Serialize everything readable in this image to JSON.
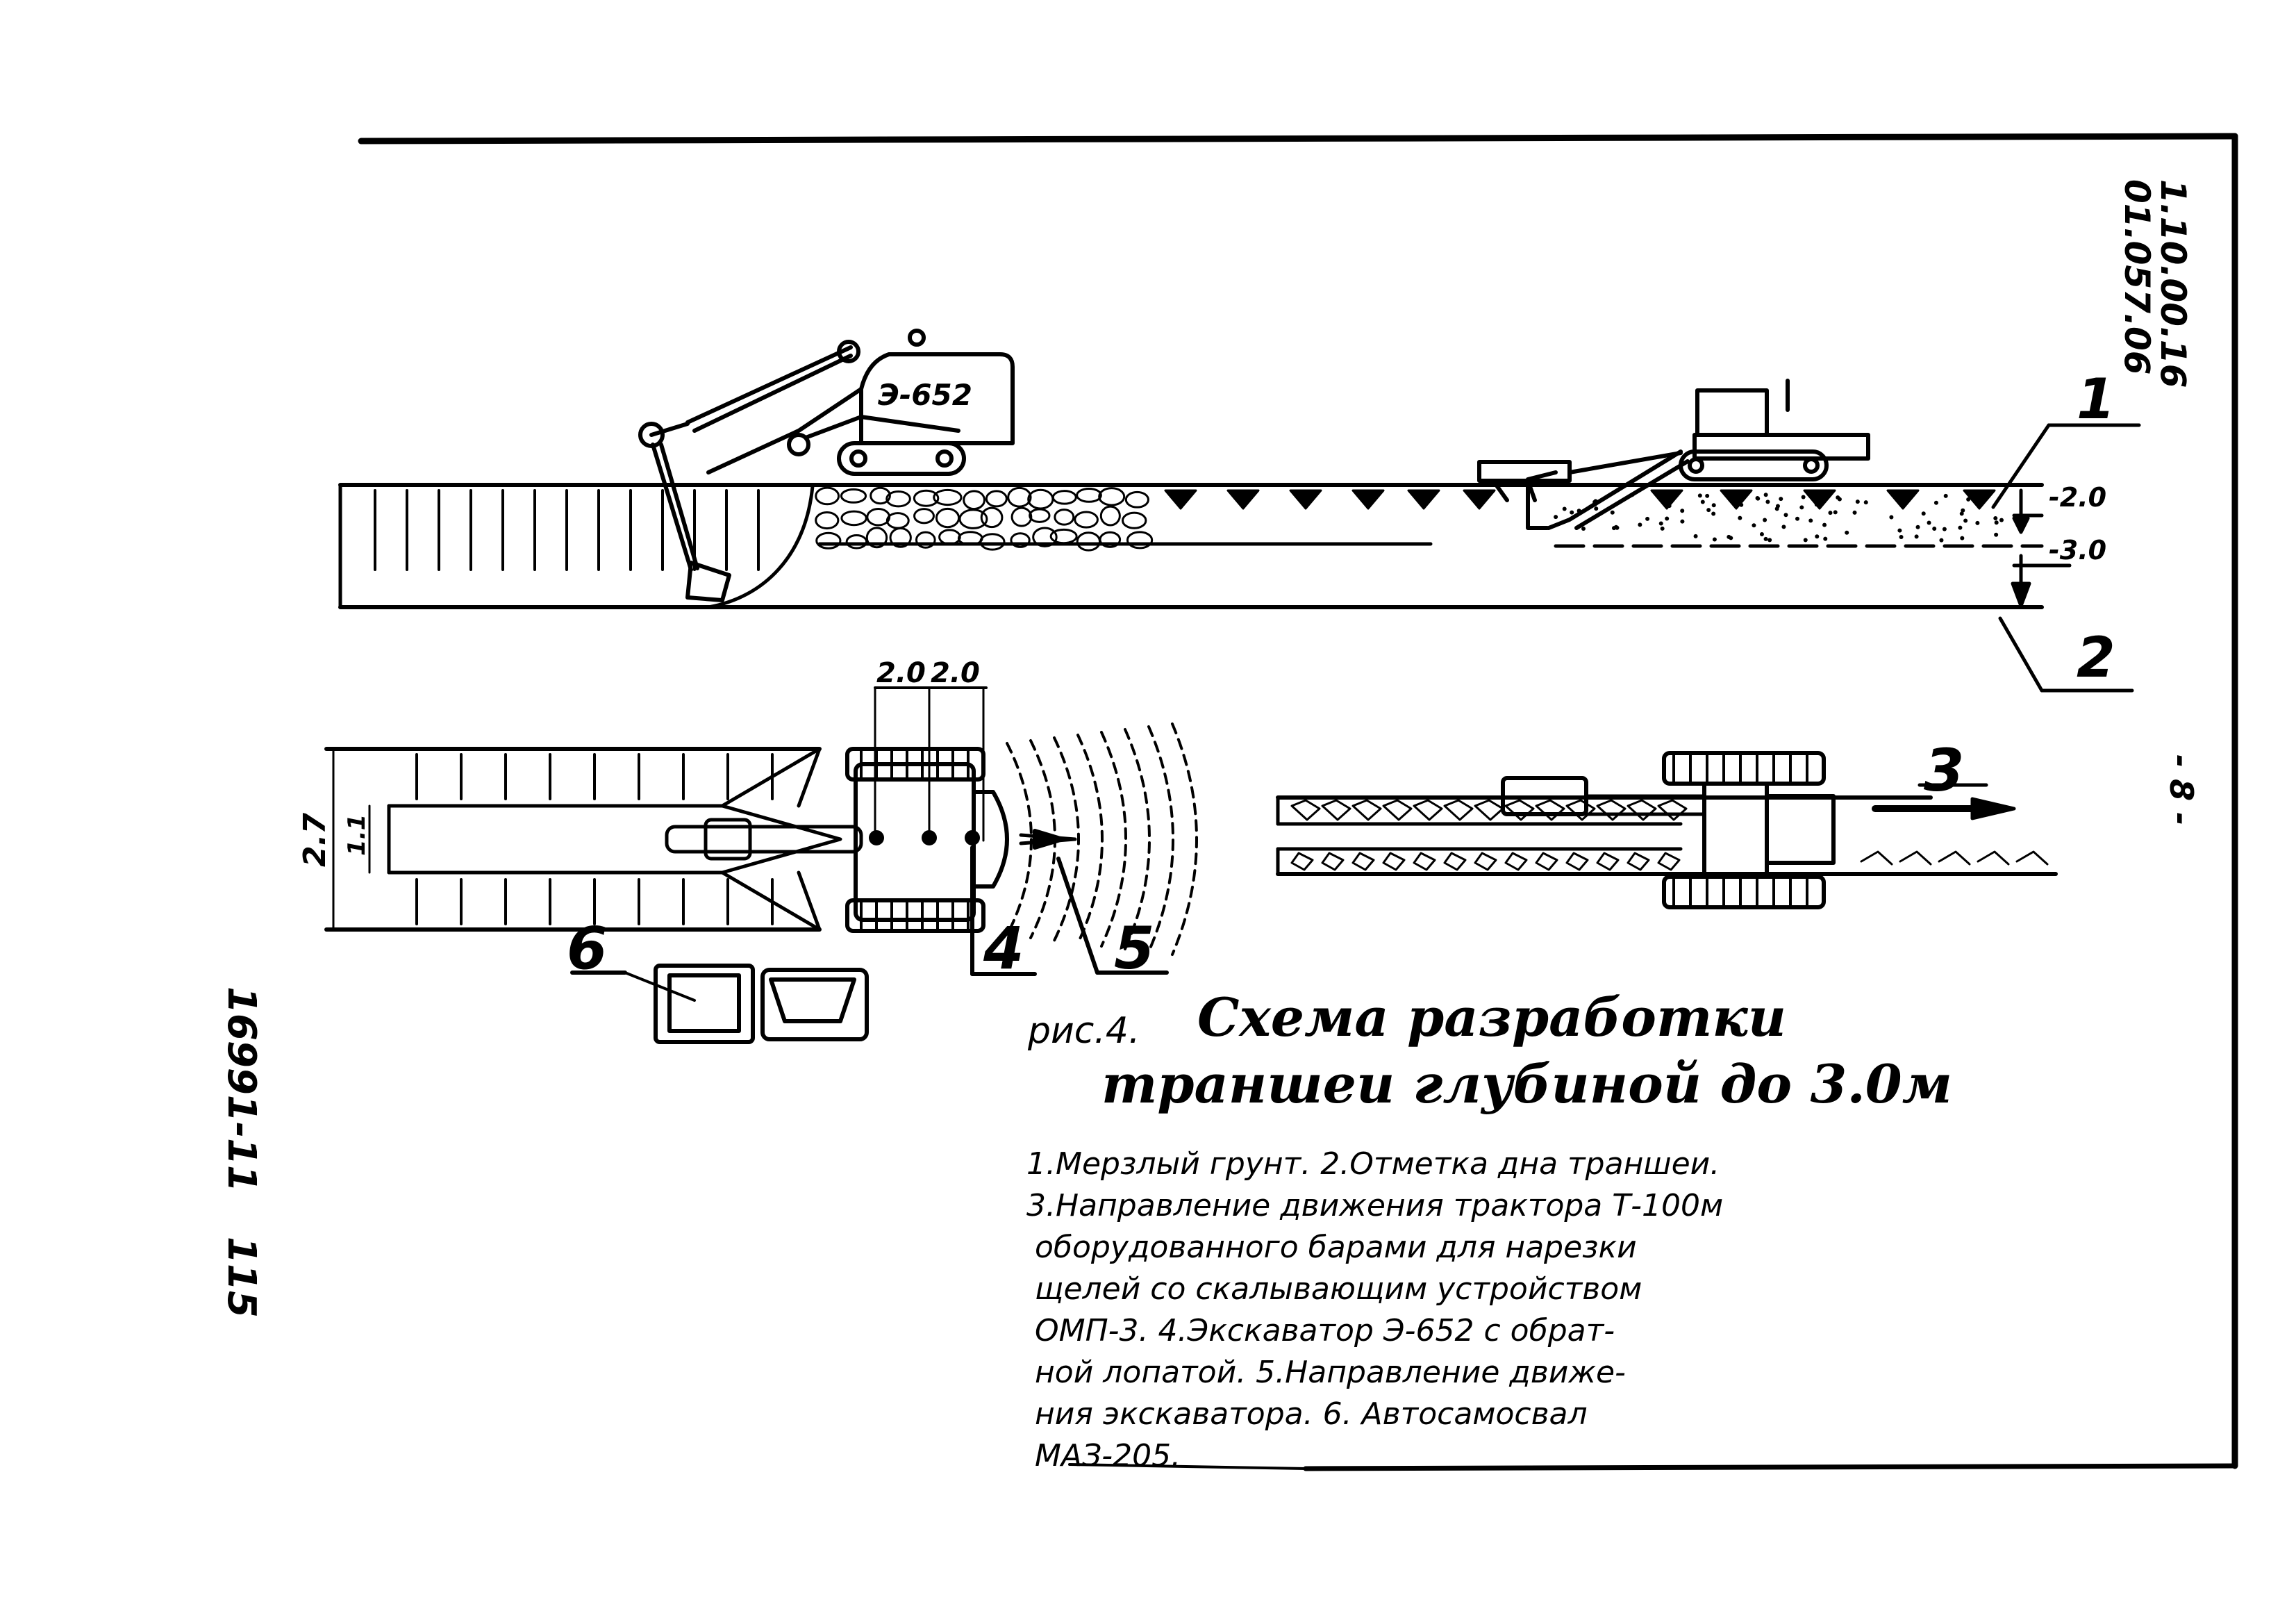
{
  "sheet": {
    "code_top": "1.10.00.16",
    "code_bottom": "01.057.06",
    "page_number": "- 8 -",
    "archive_number": "16991-11",
    "archive_page": "115"
  },
  "profile": {
    "excavator_label": "Э-652",
    "callout_1": "1",
    "callout_2": "2",
    "level_1": "-2.0",
    "level_2": "-3.0"
  },
  "plan": {
    "dim_a": "2.0",
    "dim_b": "2.0",
    "dim_width": "2.7",
    "dim_inner": "1.1",
    "callout_3": "3",
    "callout_4": "4",
    "callout_5": "5",
    "callout_6": "6"
  },
  "caption": {
    "prefix": "рис.4.",
    "title_line1": "Схема  разработки",
    "title_line2": "траншеи  глубиной до 3.0м"
  },
  "legend": {
    "lines": [
      "1.Мерзлый грунт. 2.Отметка дна траншеи.",
      "3.Направление движения трактора Т-100м",
      "оборудованного барами для нарезки",
      "щелей со скалывающим устройством",
      "ОМП-3. 4.Экскаватор Э-652 с обрат-",
      "ной лопатой. 5.Направление движе-",
      "ния  экскаватора. 6. Автосамосвал",
      "МАЗ-205."
    ]
  }
}
